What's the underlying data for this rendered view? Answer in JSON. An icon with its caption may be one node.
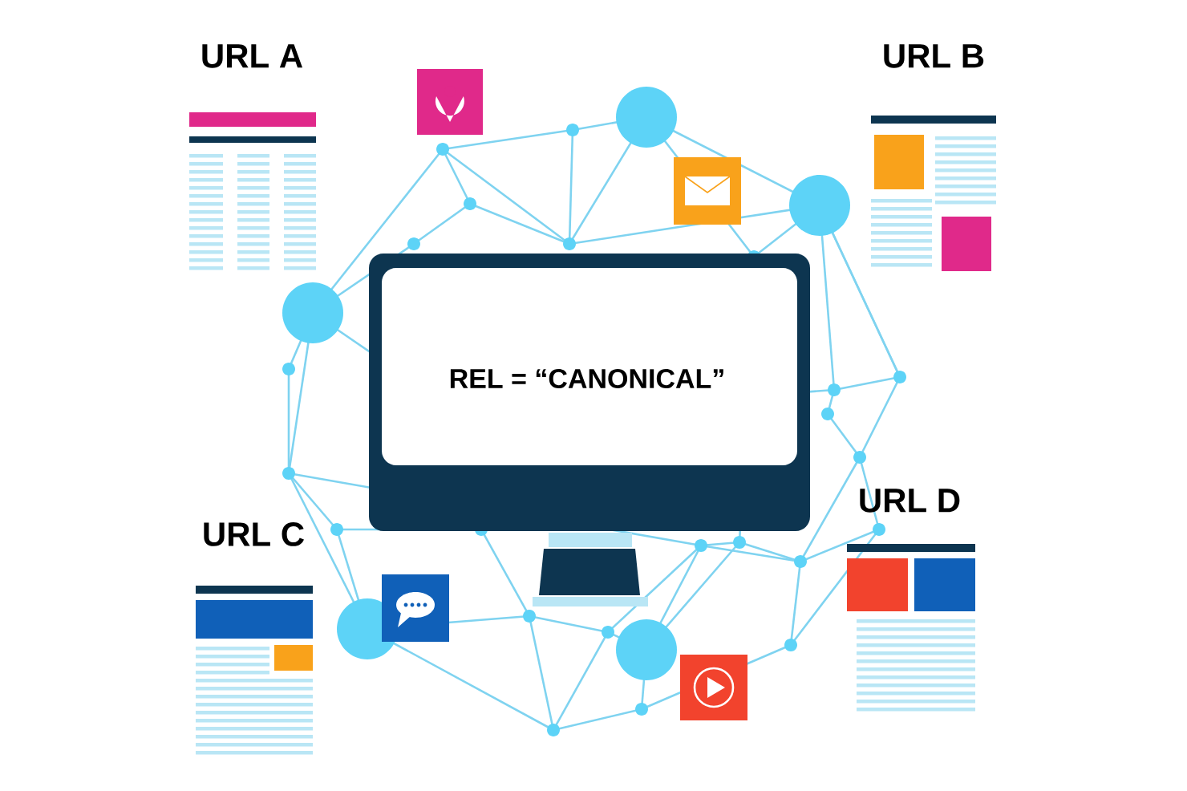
{
  "diagram": {
    "nodes": [
      {
        "text": [
          "REL = “CANONICAL”"
        ]
      },
      {
        "text": [
          "URL A"
        ]
      },
      {
        "text": [
          "URL B"
        ]
      },
      {
        "text": [
          "URL C"
        ]
      },
      {
        "text": [
          "URL D"
        ]
      }
    ]
  }
}
